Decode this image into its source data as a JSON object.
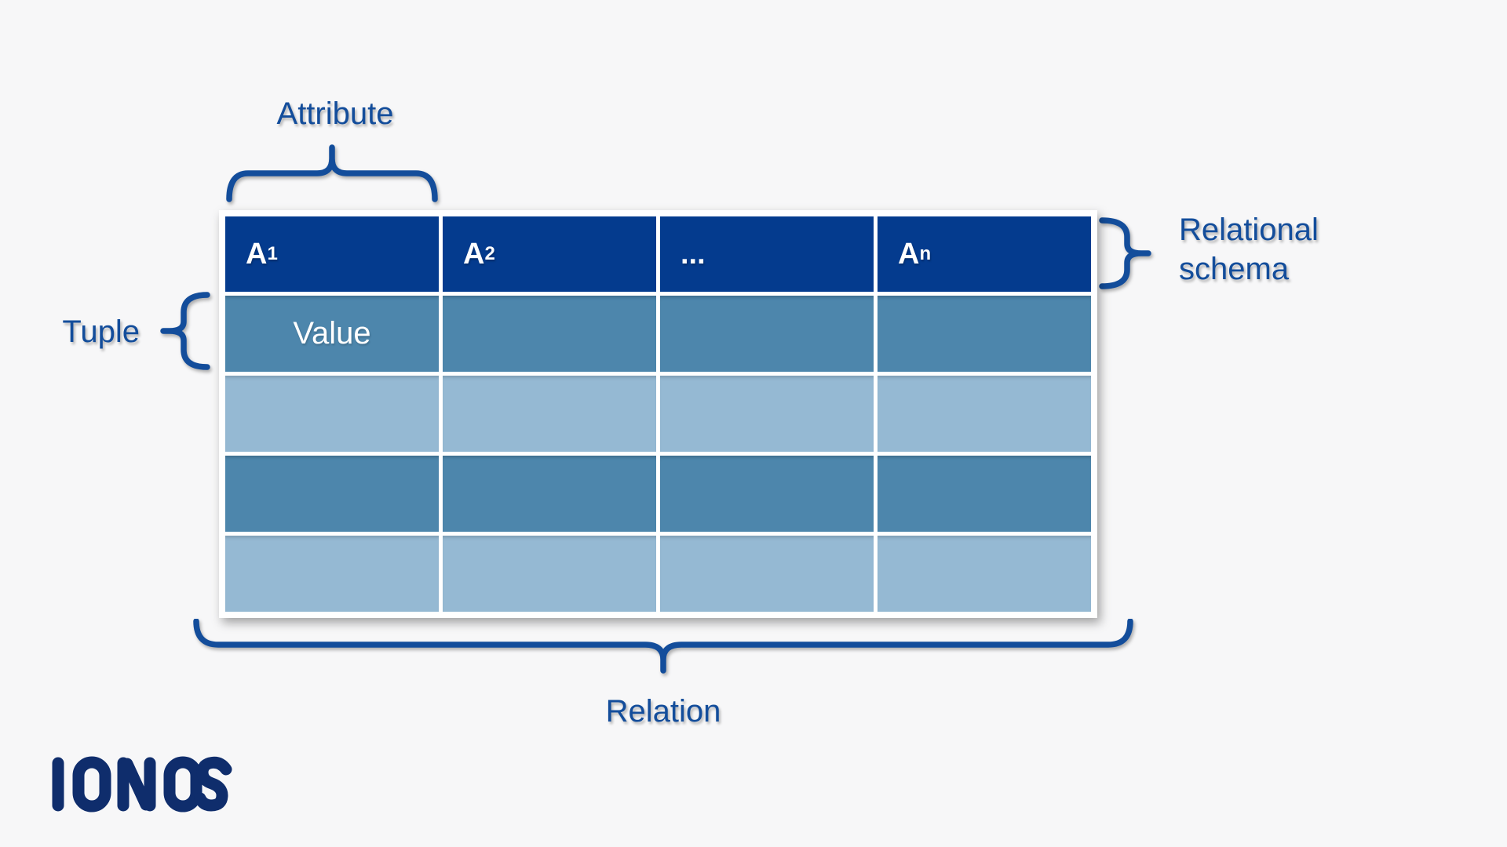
{
  "background": "#f7f7f8",
  "colors": {
    "header_blue": "#043b8e",
    "row_medium_blue": "#4d86ac",
    "row_light_blue": "#95b9d3",
    "label_blue": "#134d9b",
    "logo_navy": "#0f2d6c",
    "cell_text": "#ffffff"
  },
  "labels": {
    "attribute": "Attribute",
    "tuple": "Tuple",
    "relational_schema_line1": "Relational",
    "relational_schema_line2": "schema",
    "relation": "Relation"
  },
  "table": {
    "columns": [
      {
        "base": "A",
        "sub": "1"
      },
      {
        "base": "A",
        "sub": "2"
      },
      {
        "base": "...",
        "sub": ""
      },
      {
        "base": "A",
        "sub": "n"
      }
    ],
    "rows": [
      {
        "shade": "medium",
        "cells": [
          "Value",
          "",
          "",
          ""
        ]
      },
      {
        "shade": "light",
        "cells": [
          "",
          "",
          "",
          ""
        ]
      },
      {
        "shade": "medium",
        "cells": [
          "",
          "",
          "",
          ""
        ]
      },
      {
        "shade": "light",
        "cells": [
          "",
          "",
          "",
          ""
        ]
      }
    ]
  },
  "logo": {
    "text": "IONOS"
  }
}
